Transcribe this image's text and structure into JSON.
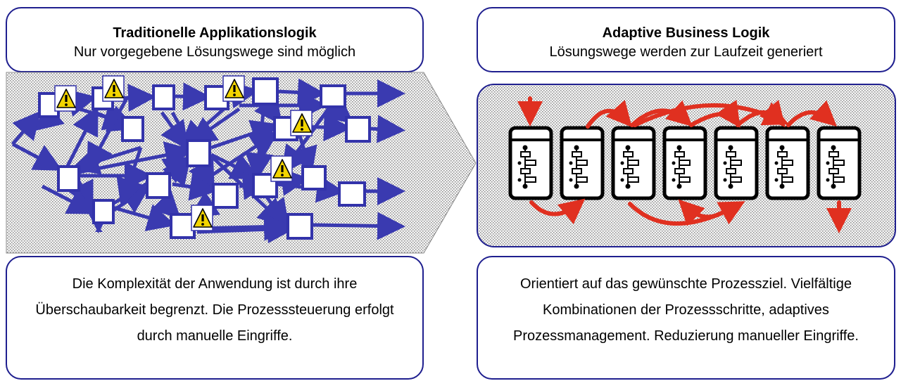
{
  "left": {
    "title": "Traditionelle Applikationslogik",
    "subtitle": "Nur vorgegebene Lösungswege sind möglich",
    "description": "Die Komplexität der Anwendung ist durch ihre Überschaubarkeit begrenzt. Die Prozesssteuerung erfolgt durch manuelle Eingriffe."
  },
  "right": {
    "title": "Adaptive Business Logik",
    "subtitle": "Lösungswege werden zur Laufzeit generiert",
    "description": "Orientiert auf das gewünschte Prozessziel. Vielfältige Kombinationen der Prozessschritte, adaptives Prozessmanagement. Reduzierung manueller Eingriffe."
  },
  "colors": {
    "border": "#1f1f8f",
    "node": "#3333aa",
    "arrow_left": "#3a3ab0",
    "arrow_right": "#e03020",
    "warning": "#f2d400"
  },
  "icons": [
    "warning-icon",
    "process-module-icon"
  ]
}
